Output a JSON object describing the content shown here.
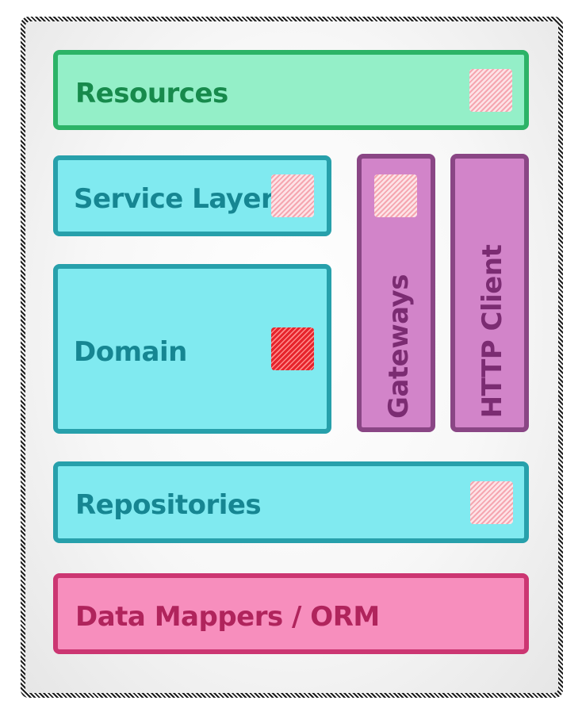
{
  "diagram": {
    "layers": {
      "resources": "Resources",
      "service_layer": "Service Layer",
      "domain": "Domain",
      "gateways": "Gateways",
      "http_client": "HTTP Client",
      "repositories": "Repositories",
      "data_mappers": "Data Mappers / ORM"
    },
    "colors": {
      "green_fill": "#94efc8",
      "green_border": "#2cb367",
      "green_text": "#178a4c",
      "cyan_fill": "#80eaf0",
      "cyan_border": "#27a0ab",
      "cyan_text": "#168692",
      "purple_fill": "#d284c9",
      "purple_border": "#8a4685",
      "purple_text": "#7b2c72",
      "pink_fill": "#f78ebd",
      "pink_border": "#cc3672",
      "pink_text": "#b0245c"
    }
  }
}
